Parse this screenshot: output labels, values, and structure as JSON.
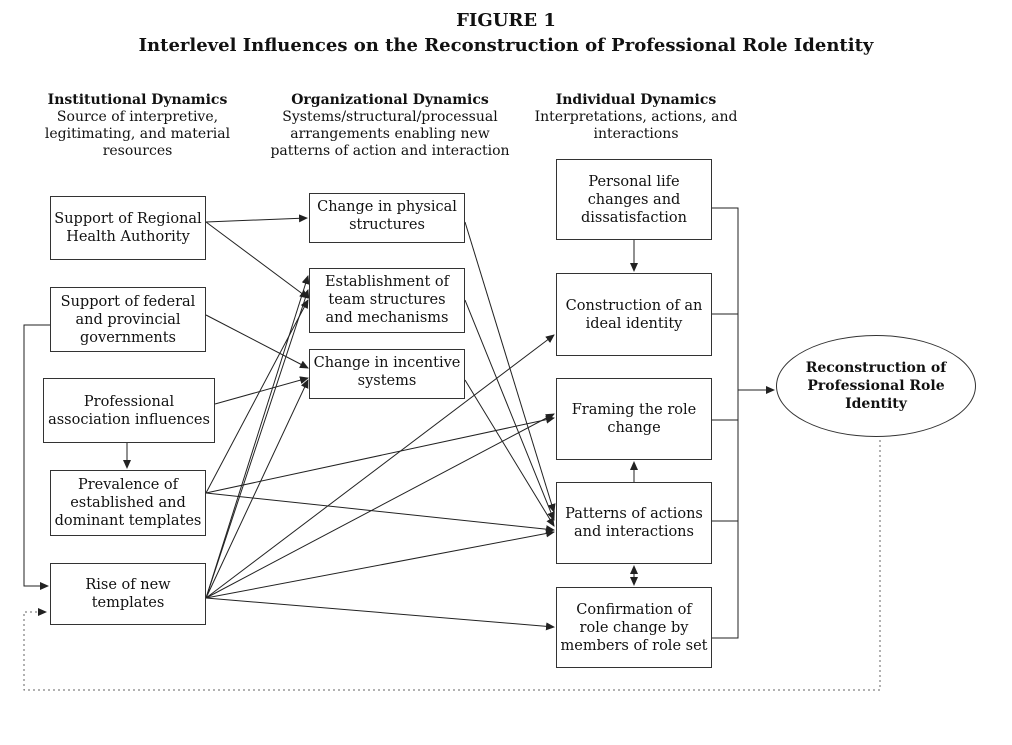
{
  "figure": {
    "label": "FIGURE 1",
    "title": "Interlevel Influences on the Reconstruction of Professional Role Identity"
  },
  "columns": {
    "institutional": {
      "heading": "Institutional Dynamics",
      "description": "Source of interpretive, legitimating, and material resources"
    },
    "organizational": {
      "heading": "Organizational Dynamics",
      "description": "Systems/structural/processual arrangements enabling new patterns of action and interaction"
    },
    "individual": {
      "heading": "Individual Dynamics",
      "description": "Interpretations, actions, and interactions"
    }
  },
  "nodes": {
    "regional_health_authority": "Support of Regional Health Authority",
    "federal_provincial": "Support of federal and provincial governments",
    "professional_association": "Professional association influences",
    "established_templates": "Prevalence of established and dominant templates",
    "new_templates": "Rise of new templates",
    "physical_structures": "Change in physical structures",
    "team_structures": "Establishment of team structures and mechanisms",
    "incentive_systems": "Change in incentive systems",
    "personal_life": "Personal life changes and dissatisfaction",
    "ideal_identity": "Construction of an ideal identity",
    "framing_role": "Framing the role change",
    "patterns_actions": "Patterns of actions and interactions",
    "confirmation": "Confirmation of role change by members of role set",
    "outcome": "Reconstruction of Professional Role Identity"
  },
  "colors": {
    "line": "#222222",
    "dotted": "#666666"
  }
}
